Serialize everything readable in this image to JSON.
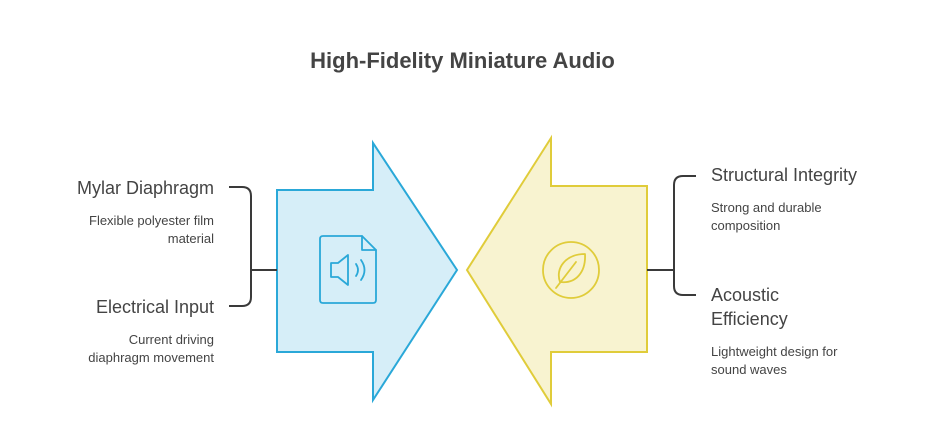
{
  "title": "High-Fidelity Miniature Audio",
  "left": {
    "items": [
      {
        "label": "Mylar Diaphragm",
        "description_line1": "Flexible polyester film",
        "description_line2": "material"
      },
      {
        "label": "Electrical Input",
        "description_line1": "Current driving",
        "description_line2": "diaphragm movement"
      }
    ],
    "icon": "audio-file-icon",
    "color": "#D6EEF8",
    "stroke": "#2AA8D8"
  },
  "right": {
    "items": [
      {
        "label": "Structural Integrity",
        "description_line1": "Strong and durable",
        "description_line2": "composition"
      },
      {
        "label_line1": "Acoustic",
        "label_line2": "Efficiency",
        "description_line1": "Lightweight design for",
        "description_line2": "sound waves"
      }
    ],
    "icon": "leaf-icon",
    "color": "#F8F3D0",
    "stroke": "#E0CC3A"
  }
}
